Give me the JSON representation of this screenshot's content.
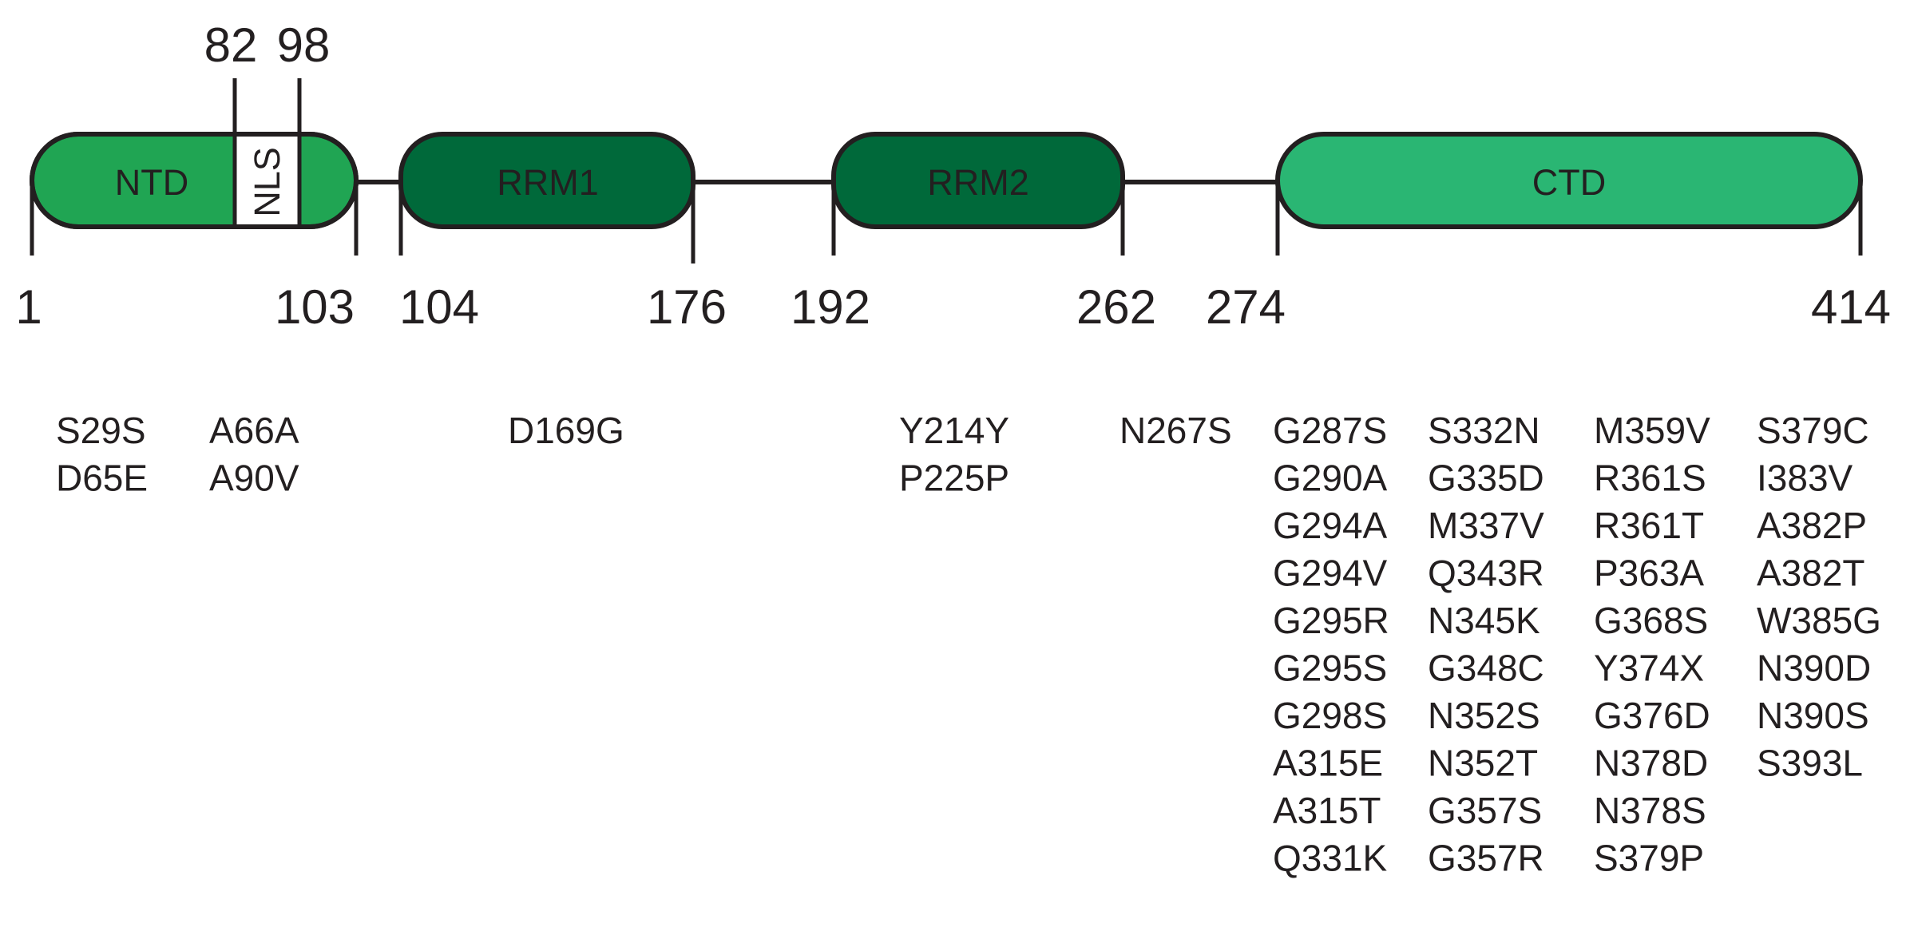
{
  "colors": {
    "ntd": "#20a553",
    "rrm": "#00693a",
    "ctd": "#2ab673",
    "nls": "#ffffff",
    "stroke": "#231f20",
    "text": "#231f20"
  },
  "domains": {
    "ntd": "NTD",
    "nls": "NLS",
    "rrm1": "RRM1",
    "rrm2": "RRM2",
    "ctd": "CTD"
  },
  "positions": {
    "p1": "1",
    "p82": "82",
    "p98": "98",
    "p103": "103",
    "p104": "104",
    "p176": "176",
    "p192": "192",
    "p262": "262",
    "p274": "274",
    "p414": "414"
  },
  "mutations": [
    [
      "S29S",
      "D65E"
    ],
    [
      "A66A",
      "A90V"
    ],
    [
      "D169G"
    ],
    [
      "Y214Y",
      "P225P"
    ],
    [
      "N267S"
    ],
    [
      "G287S",
      "G290A",
      "G294A",
      "G294V",
      "G295R",
      "G295S",
      "G298S",
      "A315E",
      "A315T",
      "Q331K"
    ],
    [
      "S332N",
      "G335D",
      "M337V",
      "Q343R",
      "N345K",
      "G348C",
      "N352S",
      "N352T",
      "G357S",
      "G357R"
    ],
    [
      "M359V",
      "R361S",
      "R361T",
      "P363A",
      "G368S",
      "Y374X",
      "G376D",
      "N378D",
      "N378S",
      "S379P"
    ],
    [
      "S379C",
      "I383V",
      "A382P",
      "A382T",
      "W385G",
      "N390D",
      "N390S",
      "S393L"
    ]
  ]
}
